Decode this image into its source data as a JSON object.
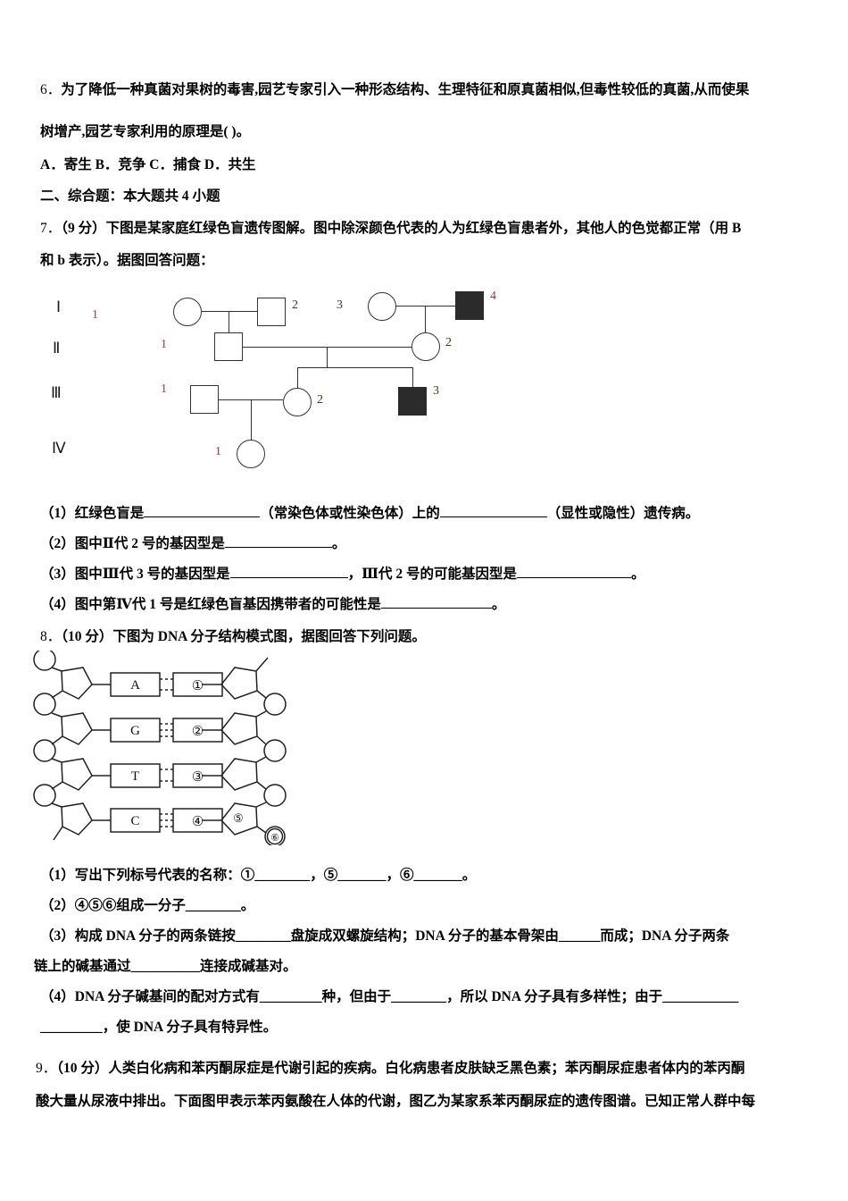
{
  "document": {
    "questions": [
      {
        "id": "q6",
        "number": "6．",
        "line1": "为了降低一种真菌对果树的毒害,园艺专家引入一种形态结构、生理特征和原真菌相似,但毒性较低的真菌,从而使果",
        "line2": "树增产,园艺专家利用的原理是( )。",
        "options": "A．寄生   B．竞争   C．捕食   D．共生"
      },
      {
        "id": "section2",
        "heading": "二、综合题：本大题共 4 小题"
      },
      {
        "id": "q7",
        "number": "7．",
        "line1": "（9 分）下图是某家庭红绿色盲遗传图解。图中除深颜色代表的人为红绿色盲患者外，其他人的色觉都正常（用 B",
        "line2": "和 b 表示）。据图回答问题：",
        "sub": [
          {
            "lead": "（1）红绿色盲是",
            "mid": "（常染色体或性染色体）上的",
            "tail": "（显性或隐性）遗传病。"
          },
          {
            "lead": "（2）图中Ⅱ代 2 号的基因型是",
            "mid": "。",
            "tail": ""
          },
          {
            "lead": "（3）图中Ⅲ代 3 号的基因型是",
            "mid": "，Ⅲ代 2 号的可能基因型是",
            "tail": "。"
          },
          {
            "lead": "（4）图中第Ⅳ代 1 号是红绿色盲基因携带者的可能性是",
            "mid": "。",
            "tail": ""
          }
        ]
      },
      {
        "id": "q8",
        "number": "8．",
        "line1": "（10 分）下图为 DNA 分子结构模式图，据图回答下列问题。",
        "sub": [
          {
            "text": "（1）写出下列标号代表的名称：①________，⑤_______，⑥_______。"
          },
          {
            "text": "（2）④⑤⑥组成一分子________。"
          },
          {
            "text": "（3）构成 DNA 分子的两条链按________盘旋成双螺旋结构；DNA 分子的基本骨架由______而成；DNA 分子两条"
          },
          {
            "text": "链上的碱基通过__________连接成碱基对。"
          },
          {
            "text": "（4）DNA 分子碱基间的配对方式有_________种，但由于________，所以 DNA 分子具有多样性；由于___________"
          },
          {
            "text": "_________，使 DNA 分子具有特异性。"
          }
        ]
      },
      {
        "id": "q9",
        "number": "9．",
        "line1": "（10 分）人类白化病和苯丙酮尿症是代谢引起的疾病。白化病患者皮肤缺乏黑色素；苯丙酮尿症患者体内的苯丙酮",
        "line2": "酸大量从尿液中排出。下面图甲表示苯丙氨酸在人体的代谢，图乙为某家系苯丙酮尿症的遗传图谱。已知正常人群中每"
      }
    ]
  },
  "pedigree": {
    "generation_labels": [
      "Ⅰ",
      "Ⅱ",
      "Ⅲ",
      "Ⅳ"
    ],
    "individuals": [
      {
        "gen": "I",
        "id": "1",
        "shape": "circle",
        "affected": false,
        "label_color": "#a0306a"
      },
      {
        "gen": "I",
        "id": "2",
        "shape": "square",
        "affected": false,
        "label_color": "#3a3a22"
      },
      {
        "gen": "I",
        "id": "3",
        "shape": "circle",
        "affected": false,
        "label_color": "#3a3a22"
      },
      {
        "gen": "I",
        "id": "4",
        "shape": "square",
        "affected": true,
        "label_color": "#a0306a"
      },
      {
        "gen": "II",
        "id": "1",
        "shape": "square",
        "affected": false,
        "label_color": "#a0306a"
      },
      {
        "gen": "II",
        "id": "2",
        "shape": "circle",
        "affected": false,
        "label_color": "#3a3a22"
      },
      {
        "gen": "III",
        "id": "1",
        "shape": "square",
        "affected": false,
        "label_color": "#a0306a"
      },
      {
        "gen": "III",
        "id": "2",
        "shape": "circle",
        "affected": false,
        "label_color": "#3a3a22"
      },
      {
        "gen": "III",
        "id": "3",
        "shape": "square",
        "affected": true,
        "label_color": "#3a3a22"
      },
      {
        "gen": "IV",
        "id": "1",
        "shape": "circle",
        "affected": false,
        "label_color": "#a0306a"
      }
    ],
    "legend_note": "深颜色代表红绿色盲患者"
  },
  "dna_diagram": {
    "bases_left": [
      "A",
      "G",
      "T",
      "C"
    ],
    "bases_right": [
      "①",
      "②",
      "③",
      "④"
    ],
    "hydrogen_bonds": [
      2,
      3,
      2,
      3
    ],
    "sugar_label": "⑤",
    "phosphate_label": "⑥"
  }
}
